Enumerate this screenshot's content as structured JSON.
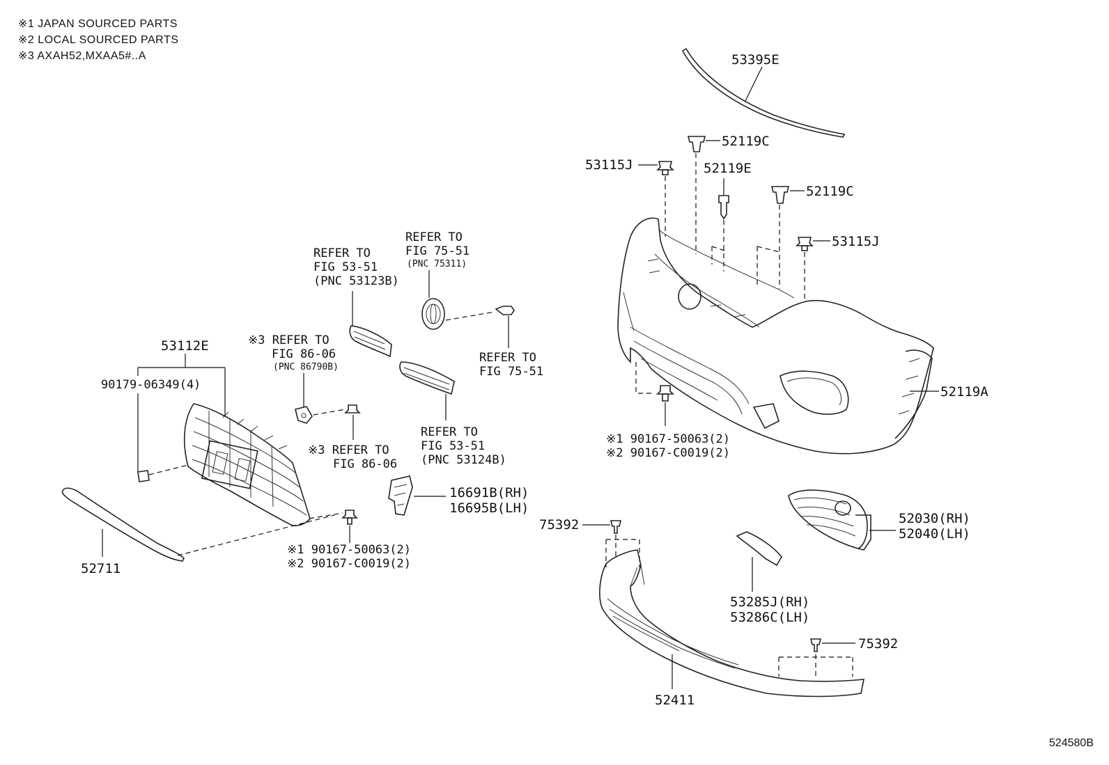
{
  "notes": [
    "※1 JAPAN SOURCED PARTS",
    "※2 LOCAL SOURCED PARTS",
    "※3 AXAH52,MXAA5#..A"
  ],
  "diagram_code": "524580B",
  "labels": {
    "p53395E": "53395E",
    "p52119C_top": "52119C",
    "p53115J_left": "53115J",
    "p52119E": "52119E",
    "p52119C_right": "52119C",
    "p53115J_right": "53115J",
    "p52119A": "52119A",
    "bumper_clip_j": "※1 90167-50063(2)",
    "bumper_clip_l": "※2 90167-C0019(2)",
    "p53112E": "53112E",
    "p90179": "90179-06349(4)",
    "ref_53123B": [
      "REFER TO",
      "FIG 53-51",
      "(PNC 53123B)"
    ],
    "ref_75311": [
      "REFER TO",
      "FIG 75-51",
      "(PNC 75311)"
    ],
    "ref_86790B": [
      "※3 REFER TO",
      "FIG 86-06",
      "(PNC 86790B)"
    ],
    "ref_7551_b": [
      "REFER TO",
      "FIG 75-51"
    ],
    "ref_8606_b": [
      "※3 REFER TO",
      "FIG 86-06"
    ],
    "ref_53124B": [
      "REFER TO",
      "FIG 53-51",
      "(PNC 53124B)"
    ],
    "p16691B": "16691B(RH)",
    "p16695B": "16695B(LH)",
    "grille_clip_j": "※1 90167-50063(2)",
    "grille_clip_l": "※2 90167-C0019(2)",
    "p52711": "52711",
    "p75392_left": "75392",
    "p52030": "52030(RH)",
    "p52040": "52040(LH)",
    "p53285J": "53285J(RH)",
    "p53286C": "53286C(LH)",
    "p75392_right": "75392",
    "p52411": "52411"
  }
}
